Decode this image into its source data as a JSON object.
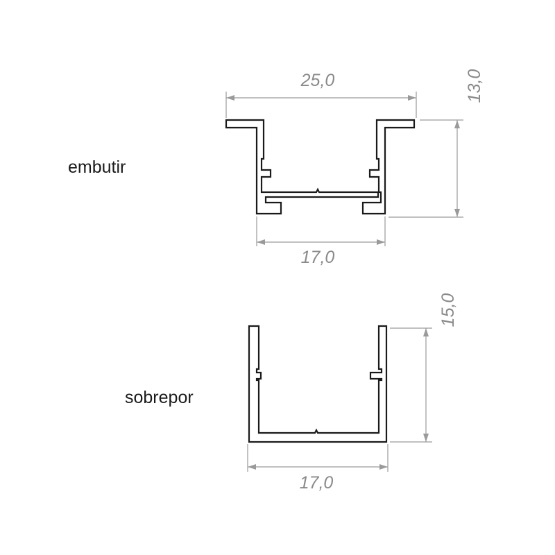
{
  "profiles": {
    "embutir": {
      "label": "embutir",
      "width_top": "25,0",
      "height": "13,0",
      "width_bottom": "17,0"
    },
    "sobrepor": {
      "label": "sobrepor",
      "height": "15,0",
      "width_bottom": "17,0"
    }
  },
  "colors": {
    "profile_stroke": "#1a1a1a",
    "dimension": "#9a9a9a",
    "dimension_text": "#8a8a8a",
    "background": "#ffffff"
  }
}
